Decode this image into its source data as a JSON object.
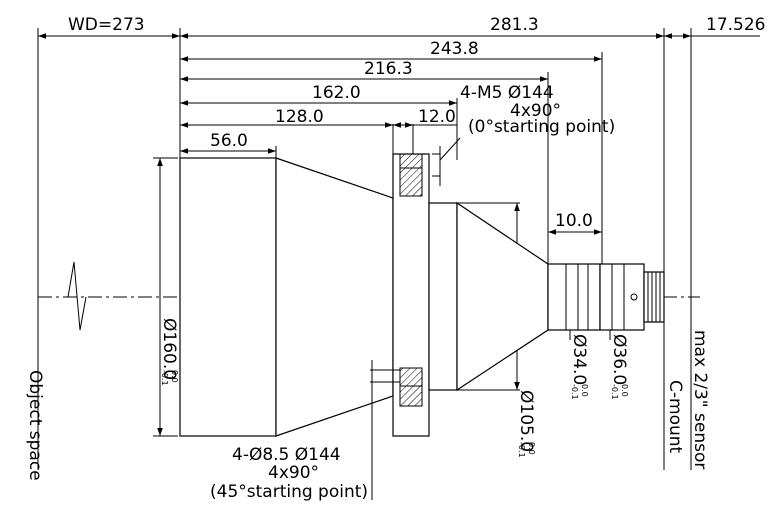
{
  "dimensions": {
    "wd": "WD=273",
    "total": "281.3",
    "sensor_gap": "17.526",
    "d243": "243.8",
    "d216": "216.3",
    "d162": "162.0",
    "d128": "128.0",
    "d12": "12.0",
    "d56": "56.0",
    "d10": "10.0",
    "dia160": "Ø160.0",
    "dia105": "Ø105.0",
    "dia34": "Ø34.0",
    "dia36": "Ø36.0"
  },
  "tolerances": {
    "upper": "0.0",
    "lower": "-0.1"
  },
  "notes": {
    "m5_line1": "4-M5  Ø144",
    "m5_line2": "4x90°",
    "m5_line3": "(0°starting point)",
    "hole_line1": "4-Ø8.5  Ø144",
    "hole_line2": "4x90°",
    "hole_line3": "(45°starting point)"
  },
  "labels": {
    "object_space": "Object space",
    "c_mount": "C-mount",
    "sensor": "max 2/3\" sensor"
  }
}
